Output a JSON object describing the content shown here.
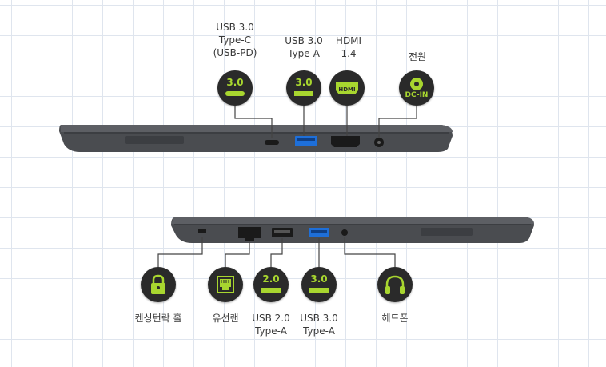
{
  "top_ports": [
    {
      "id": "usbc",
      "label": "USB 3.0\nType-C\n(USB-PD)",
      "badge": "3.0"
    },
    {
      "id": "usba",
      "label": "USB 3.0\nType-A",
      "badge": "3.0"
    },
    {
      "id": "hdmi",
      "label": "HDMI\n1.4",
      "badge": "HDMI"
    },
    {
      "id": "dcin",
      "label": "전원",
      "badge": "DC-IN"
    }
  ],
  "bottom_ports": [
    {
      "id": "lock",
      "label": "켄싱턴락 홀"
    },
    {
      "id": "lan",
      "label": "유선랜"
    },
    {
      "id": "usb2",
      "label": "USB 2.0\nType-A",
      "badge": "2.0"
    },
    {
      "id": "usb3",
      "label": "USB 3.0\nType-A",
      "badge": "3.0"
    },
    {
      "id": "headphone",
      "label": "헤드폰"
    }
  ],
  "colors": {
    "accent": "#a8d62f",
    "icon_bg": "#2a2a2a",
    "laptop": "#4a4c50",
    "usb3_blue": "#1e6fd9"
  }
}
